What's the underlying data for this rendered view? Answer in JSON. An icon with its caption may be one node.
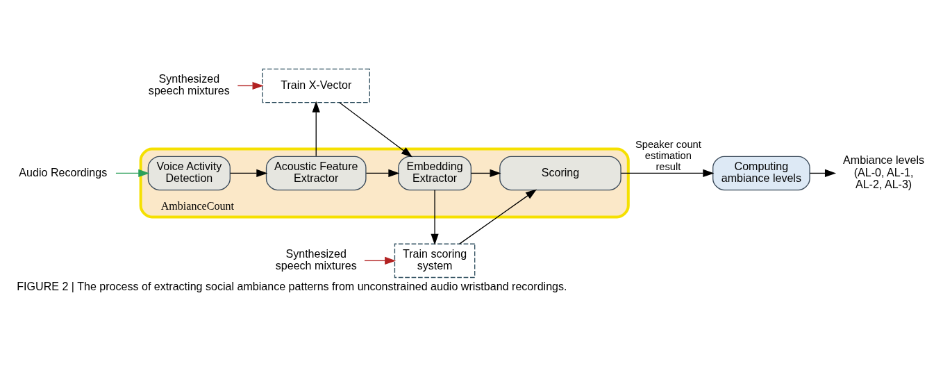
{
  "diagram": {
    "caption": "FIGURE 2 | The process of extracting social ambiance patterns from unconstrained audio wristband recordings.",
    "nodes": [
      {
        "text": [
          "Synthesized speech mixtures"
        ]
      },
      {
        "text": [
          "Train X-Vector"
        ]
      },
      {
        "text": [
          "AmbianceCount"
        ]
      },
      {
        "text": [
          "Audio Recordings"
        ]
      },
      {
        "text": [
          "Voice Activity Detection"
        ],
        "in": 2
      },
      {
        "text": [
          "Acoustic Feature Extractor"
        ],
        "in": 2
      },
      {
        "text": [
          "Embedding Extractor"
        ],
        "in": 2
      },
      {
        "text": [
          "Scoring"
        ],
        "in": 2
      },
      {
        "text": [
          "Computing ambiance levels"
        ]
      },
      {
        "text": [
          "Ambiance levels (AL-0, AL-1, AL-2, AL-3)"
        ]
      },
      {
        "text": [
          "Train scoring system"
        ]
      },
      {
        "text": [
          "Synthesized speech mixtures"
        ]
      }
    ],
    "edges": [
      {
        "from": 0,
        "to": 1,
        "arrow": "to",
        "color": "#b22222"
      },
      {
        "from": 3,
        "to": 4,
        "arrow": "to",
        "color": "#2ca05a"
      },
      {
        "from": 4,
        "to": 5,
        "arrow": "to"
      },
      {
        "from": 5,
        "to": 1,
        "arrow": "to"
      },
      {
        "from": 1,
        "to": 6,
        "arrow": "to"
      },
      {
        "from": 5,
        "to": 6,
        "arrow": "to"
      },
      {
        "from": 6,
        "to": 7,
        "arrow": "to"
      },
      {
        "from": 7,
        "to": 8,
        "arrow": "to",
        "label": "Speaker count estimation result"
      },
      {
        "from": 8,
        "to": 9,
        "arrow": "to"
      },
      {
        "from": 6,
        "to": 10,
        "arrow": "to"
      },
      {
        "from": 10,
        "to": 7,
        "arrow": "to"
      },
      {
        "from": 11,
        "to": 10,
        "arrow": "to",
        "color": "#b22222"
      }
    ]
  }
}
